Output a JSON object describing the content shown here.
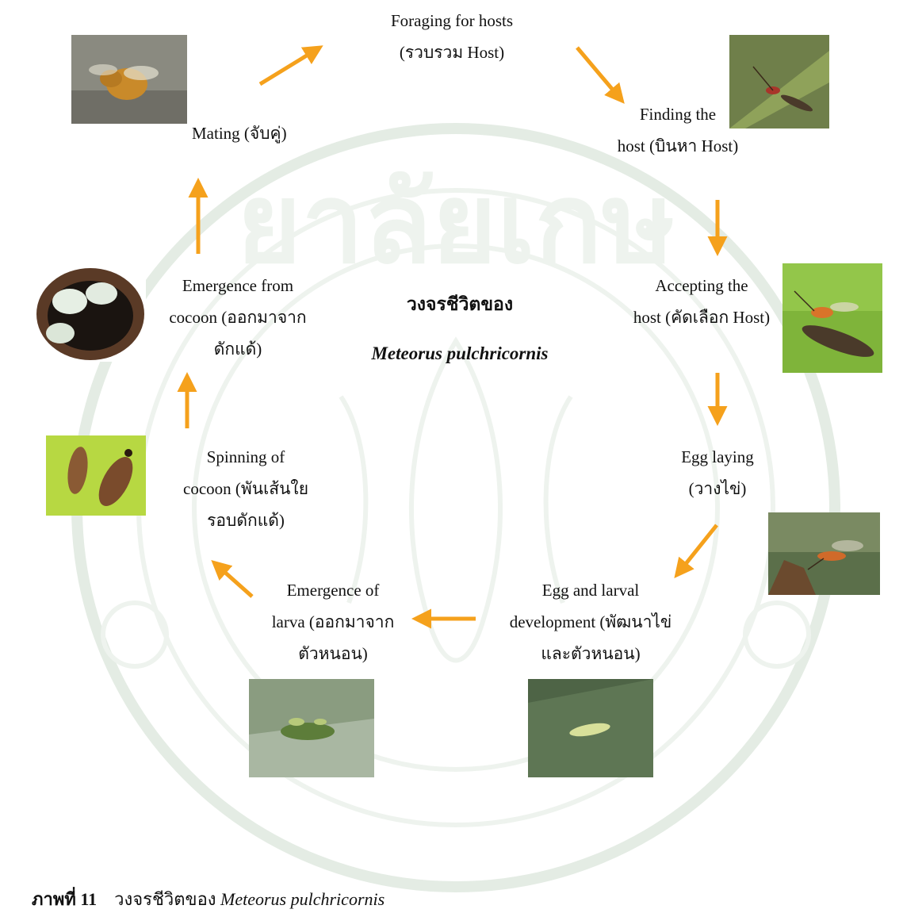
{
  "colors": {
    "arrow": "#f5a11c",
    "watermark": "#e6eee6",
    "text": "#111111"
  },
  "center": {
    "title": "วงจรชีวิตของ",
    "species": "Meteorus pulchricornis"
  },
  "stages": {
    "foraging": "Foraging for hosts\n(รวบรวม Host)",
    "finding": "Finding the\nhost (บินหา Host)",
    "accepting": "Accepting the\nhost (คัดเลือก Host)",
    "egg_laying": "Egg laying\n(วางไข่)",
    "development": "Egg and larval\ndevelopment (พัฒนาไข่\nและตัวหนอน)",
    "emergence_larva": "Emergence of\nlarva (ออกมาจาก\nตัวหนอน)",
    "spinning": "Spinning of\ncocoon (พันเส้นใย\nรอบดักแด้)",
    "emergence_cocoon": "Emergence from\ncocoon (ออกมาจาก\nดักแด้)",
    "mating": "Mating (จับคู่)"
  },
  "photos": {
    "mating": "mating-flies-photo",
    "finding": "wasp-on-leaf-photo",
    "accepting": "wasp-on-caterpillar-photo",
    "egg_laying": "wasp-ovipositing-photo",
    "development": "larva-on-leaf-photo",
    "emergence_larva": "emerging-larva-photo",
    "spinning": "cocoons-photo",
    "emergence_cocoon": "open-cocoon-photo"
  },
  "caption": {
    "label": "ภาพที่ 11",
    "text": "วงจรชีวิตของ",
    "species": "Meteorus pulchricornis"
  }
}
